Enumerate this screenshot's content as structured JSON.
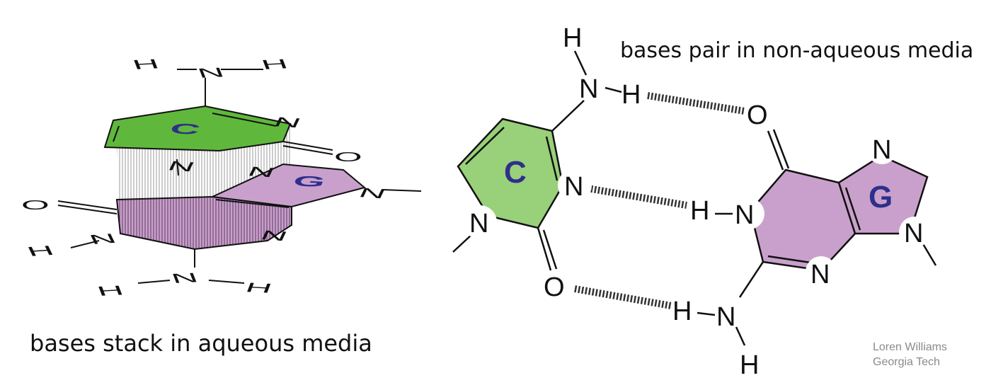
{
  "captions": {
    "stacked": "bases stack in aqueous media",
    "paired": "bases pair in non-aqueous media"
  },
  "credit": {
    "name": "Loren Williams",
    "institution": "Georgia Tech"
  },
  "bases": {
    "cytosine": {
      "letter": "C",
      "fill": "#99d07a",
      "stack_fill": "#5fb83c"
    },
    "guanine": {
      "letter": "G",
      "fill": "#c9a0cc",
      "stack_fill": "#c9a0cc"
    }
  },
  "atoms": {
    "N": "N",
    "H": "H",
    "O": "O"
  },
  "colors": {
    "letter": "#2e2f8c",
    "bond": "#111111",
    "hbond": "#333333"
  }
}
